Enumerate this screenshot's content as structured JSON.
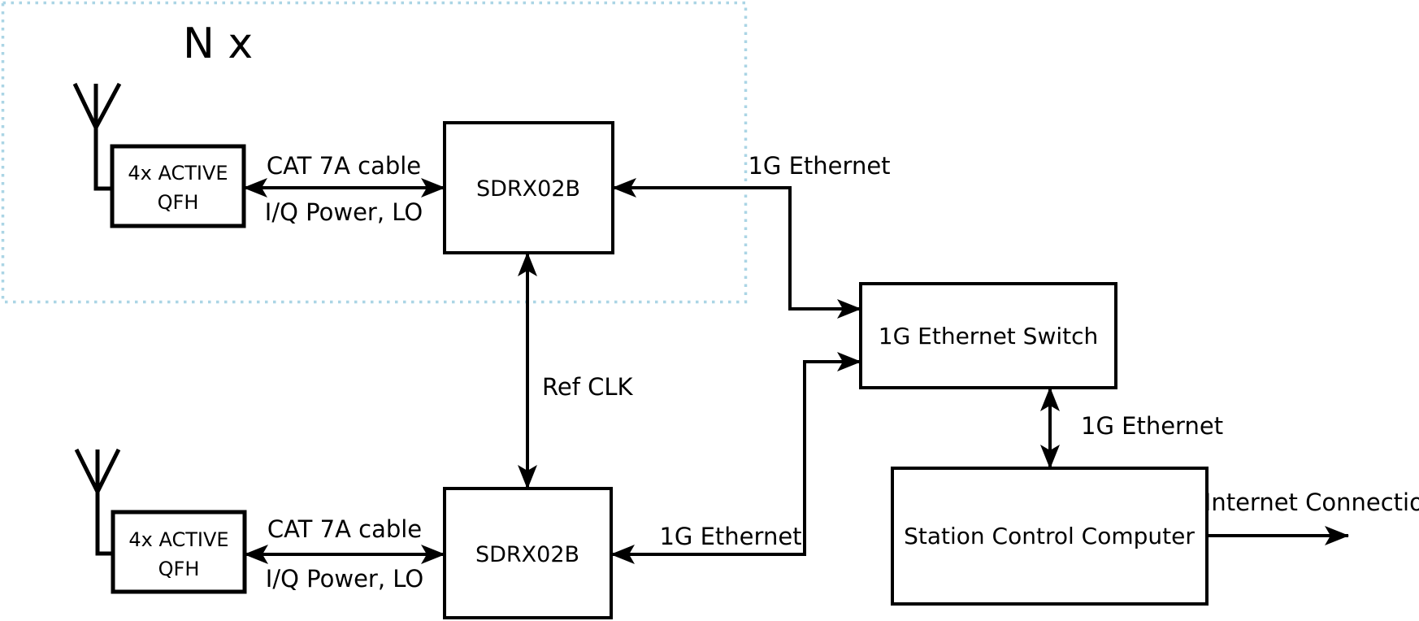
{
  "colors": {
    "accent": "#abd5e5",
    "stroke": "#000000",
    "background": "#ffffff"
  },
  "group": {
    "multiplier_label": "N x"
  },
  "nodes": {
    "qfh_top": {
      "line1": "4x ACTIVE",
      "line2": "QFH"
    },
    "sdrx_top": {
      "label": "SDRX02B"
    },
    "qfh_bottom": {
      "line1": "4x ACTIVE",
      "line2": "QFH"
    },
    "sdrx_bottom": {
      "label": "SDRX02B"
    },
    "ethernet_switch": {
      "label": "1G Ethernet Switch"
    },
    "station_computer": {
      "label": "Station Control Computer"
    }
  },
  "connections": {
    "cable_top": {
      "label_top": "CAT 7A cable",
      "label_bottom": "I/Q Power, LO"
    },
    "cable_bottom": {
      "label_top": "CAT 7A cable",
      "label_bottom": "I/Q Power, LO"
    },
    "ref_clk": {
      "label": "Ref CLK"
    },
    "ethernet_top": {
      "label": "1G Ethernet"
    },
    "ethernet_bottom": {
      "label": "1G Ethernet"
    },
    "ethernet_switch_pc": {
      "label": "1G Ethernet"
    },
    "internet": {
      "label": "Internet Connection"
    }
  }
}
